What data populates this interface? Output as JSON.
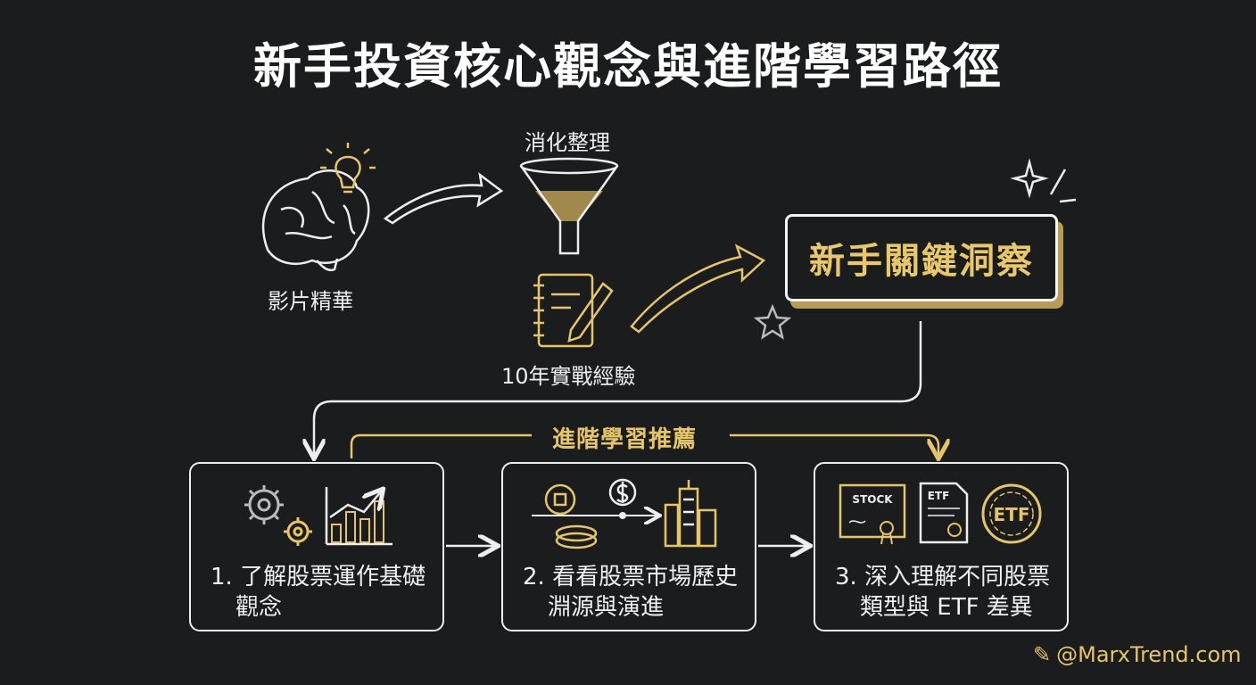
{
  "title": "新手投資核心觀念與進階學習路徑",
  "inputs": {
    "video_label": "影片精華",
    "digest_label": "消化整理",
    "experience_label": "10年實戰經驗"
  },
  "insight_label": "新手關鍵洞察",
  "advanced_label": "進階學習推薦",
  "steps": [
    {
      "line1": "1. 了解股票運作基礎",
      "line2": "觀念"
    },
    {
      "line1": "2. 看看股票市場歷史",
      "line2": "淵源與演進"
    },
    {
      "line1": "3. 深入理解不同股票",
      "line2": "類型與 ETF 差異"
    }
  ],
  "icons": {
    "stock_cert": "STOCK",
    "etf_doc": "ETF",
    "etf_coin": "ETF"
  },
  "footer": "@MarxTrend.com",
  "colors": {
    "background": "#1b1c1e",
    "accent": "#e6c46a",
    "line": "#eeeeee"
  }
}
